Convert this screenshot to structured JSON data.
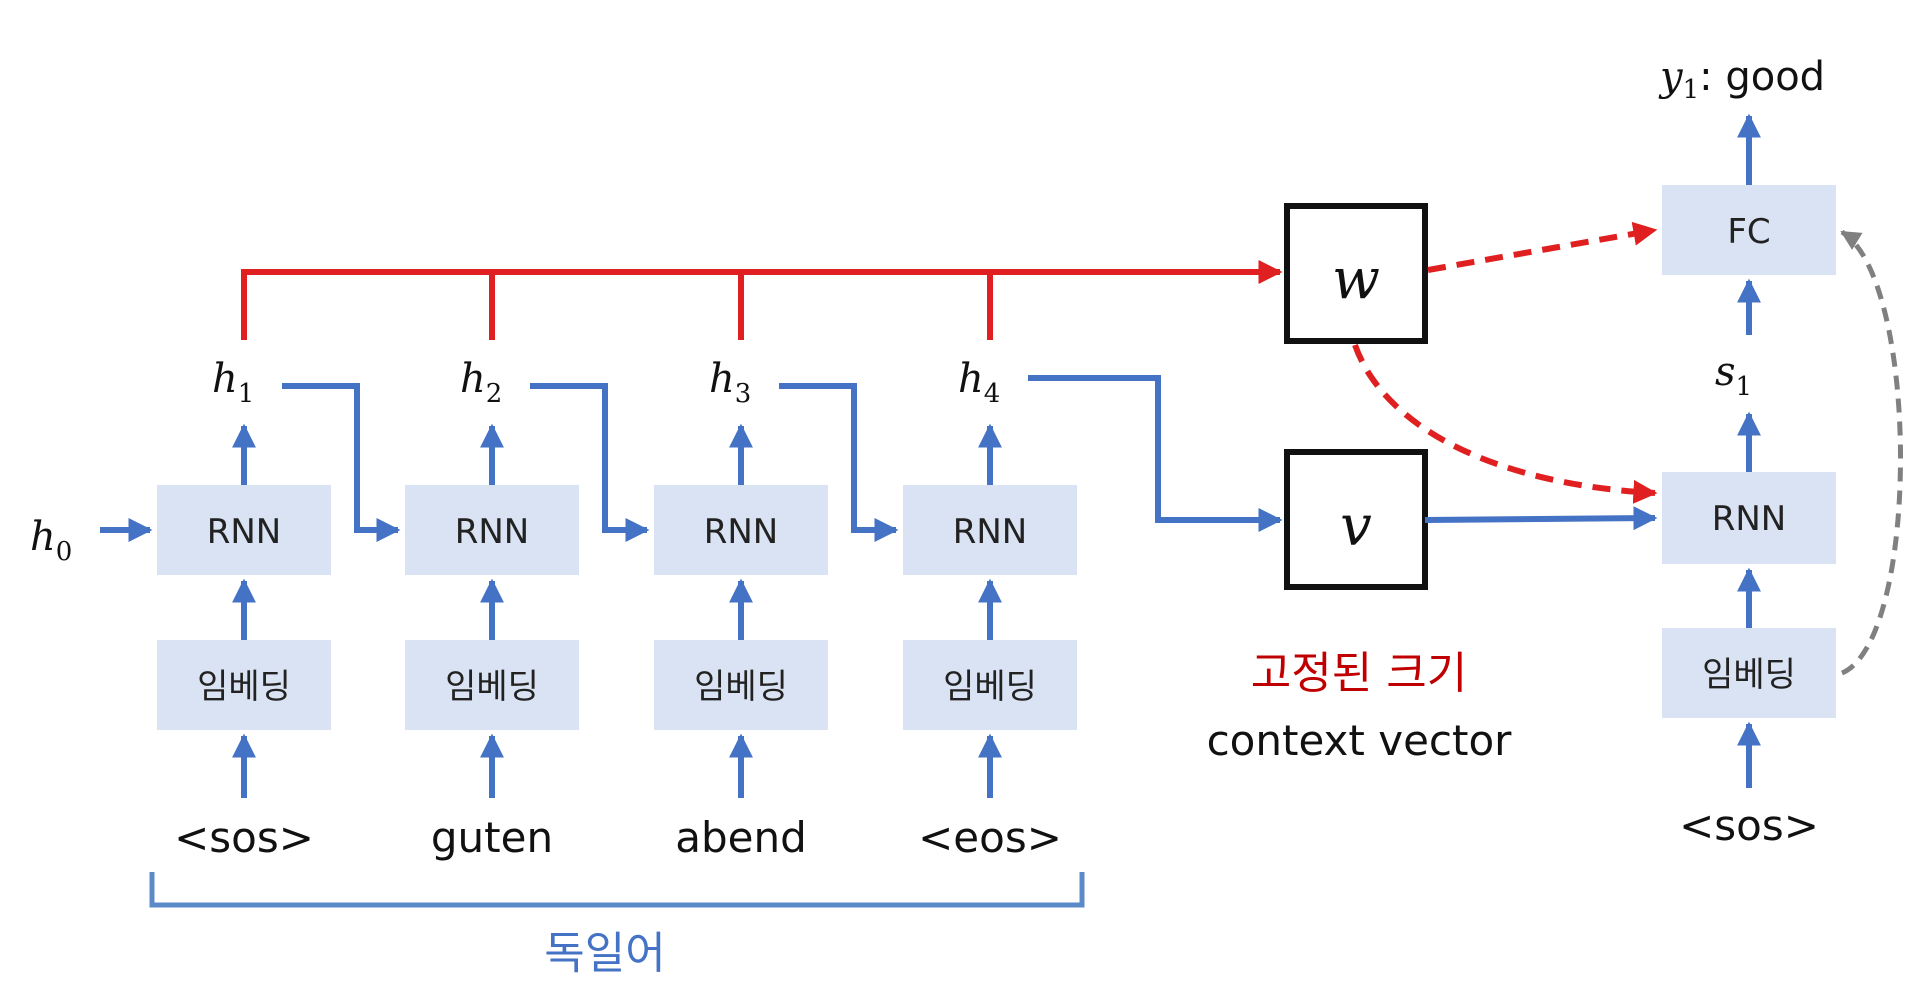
{
  "encoder": {
    "initial_state": {
      "base": "h",
      "sub": "0"
    },
    "rnn_label": "RNN",
    "embed_label": "임베딩",
    "steps": [
      {
        "hidden": {
          "base": "h",
          "sub": "1"
        },
        "token": "<sos>"
      },
      {
        "hidden": {
          "base": "h",
          "sub": "2"
        },
        "token": "guten"
      },
      {
        "hidden": {
          "base": "h",
          "sub": "3"
        },
        "token": "abend"
      },
      {
        "hidden": {
          "base": "h",
          "sub": "4"
        },
        "token": "<eos>"
      }
    ],
    "language_label": "독일어"
  },
  "attention_box": {
    "symbol": "w"
  },
  "context_box": {
    "symbol": "v"
  },
  "context_caption": {
    "line1": "고정된 크기",
    "line2": "context vector"
  },
  "decoder": {
    "rnn_label": "RNN",
    "embed_label": "임베딩",
    "fc_label": "FC",
    "state": {
      "base": "s",
      "sub": "1"
    },
    "input_token": "<sos>",
    "output": {
      "base": "y",
      "sub": "1",
      "text": ": good"
    }
  },
  "colors": {
    "box_fill": "#dae3f3",
    "blue_arrow": "#4472c4",
    "red_line": "#e02020",
    "caption_red": "#c00000",
    "language_blue": "#4472c4",
    "gray_dashed": "#808080"
  }
}
